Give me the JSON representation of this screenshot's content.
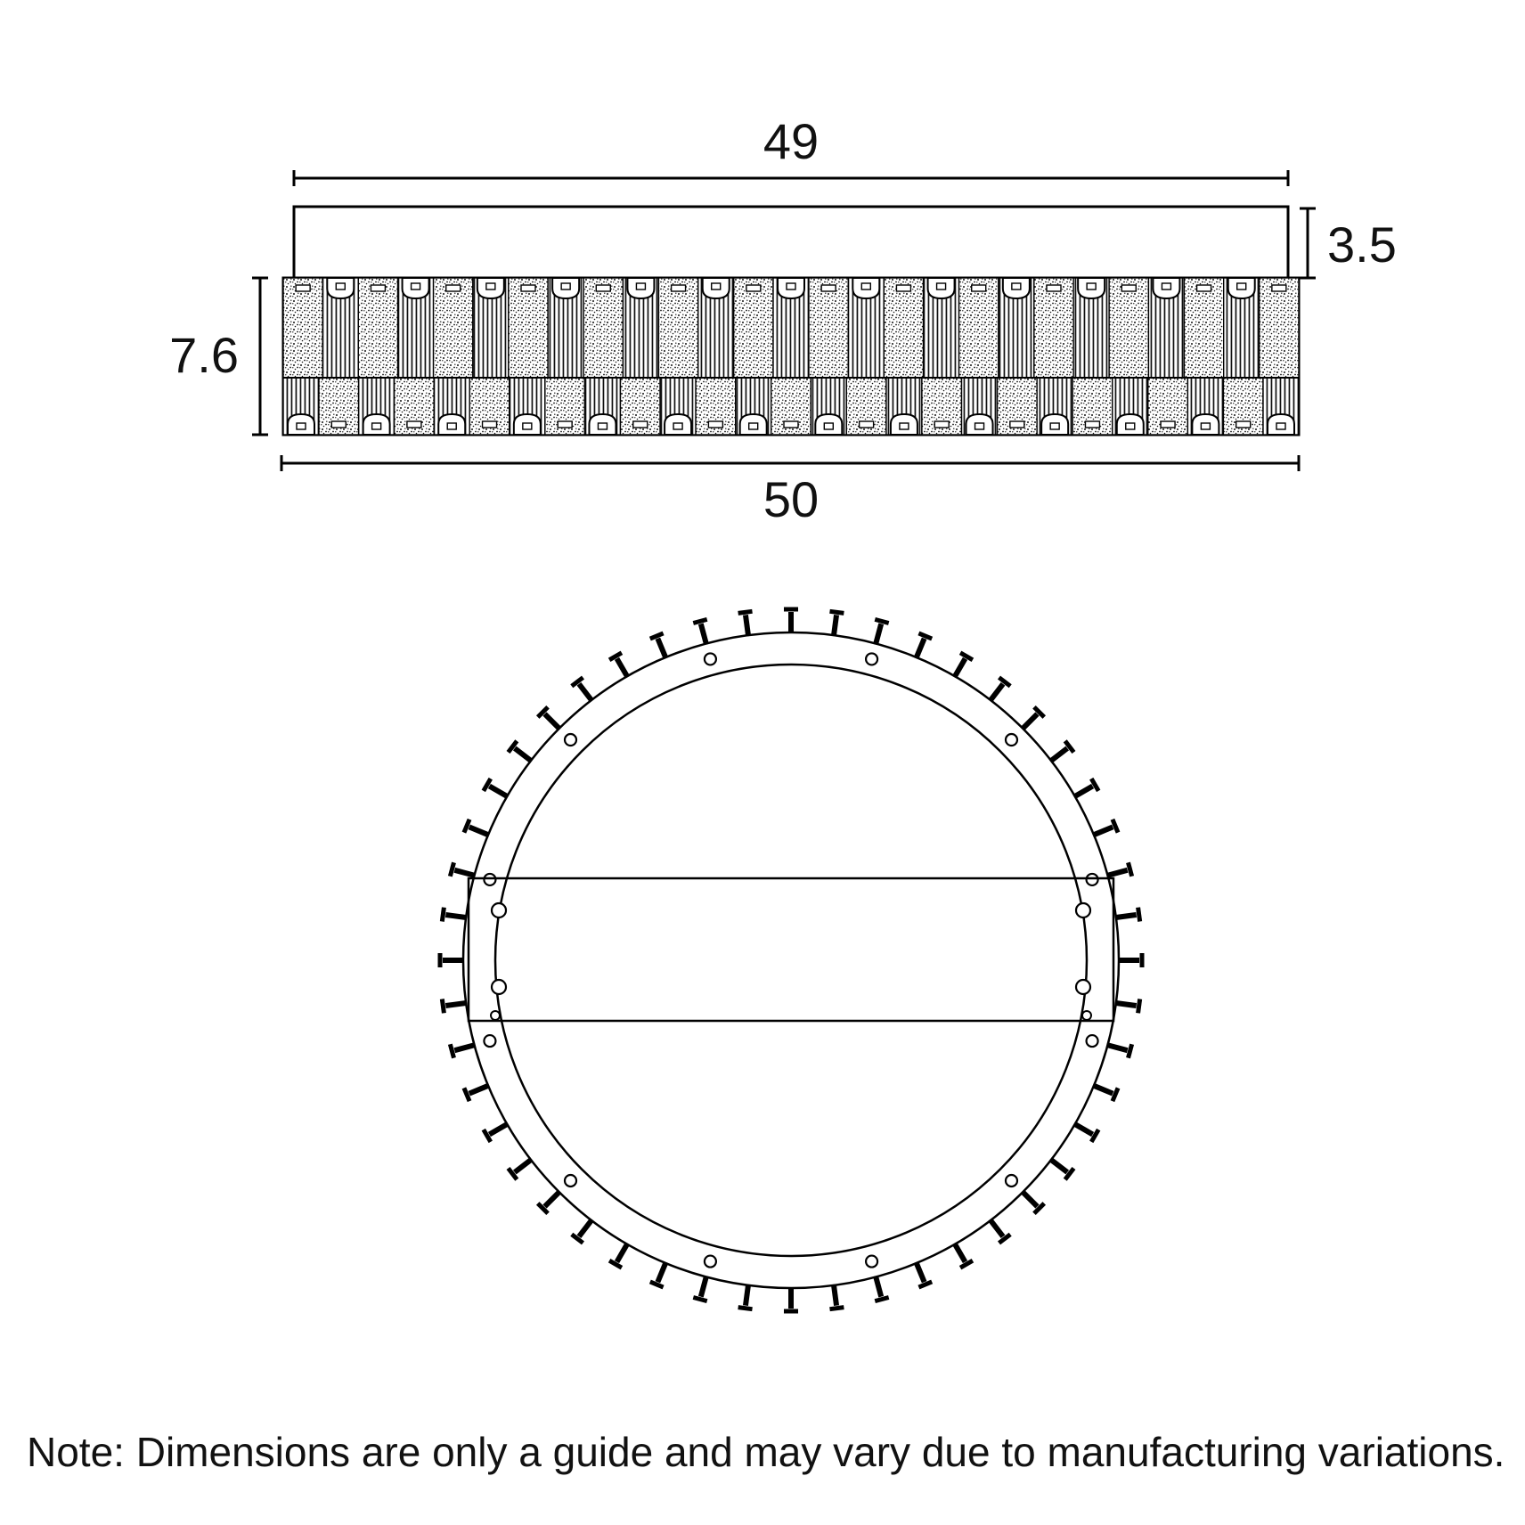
{
  "title": "Light fixture dimension drawing",
  "dimensions": {
    "top_width": "49",
    "canopy_height": "3.5",
    "band_height": "7.6",
    "bottom_width": "50"
  },
  "note": "Note: Dimensions are only a guide and may vary due to manufacturing variations.",
  "colors": {
    "line": "#000000",
    "background": "#ffffff"
  }
}
